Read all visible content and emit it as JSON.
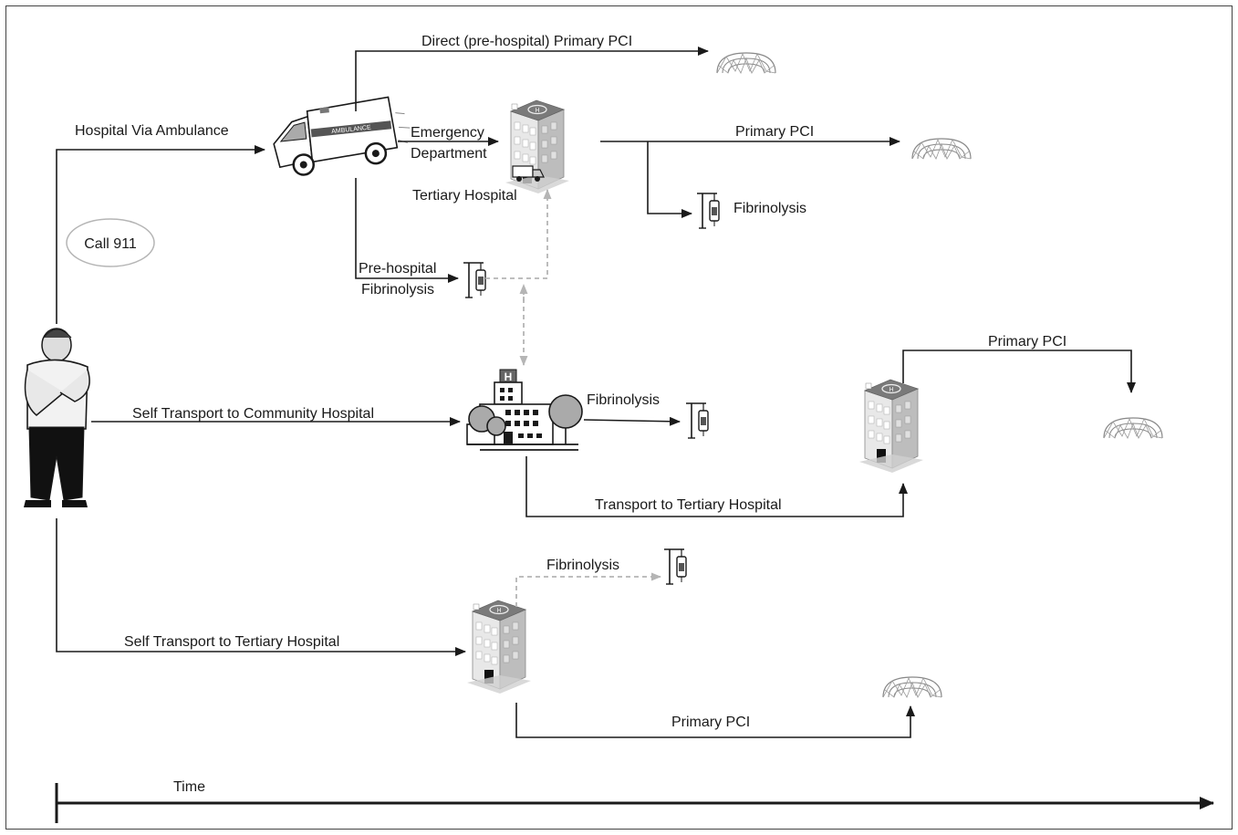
{
  "labels": {
    "direct_pci": "Direct (pre-hospital) Primary PCI",
    "hospital_via_ambulance": "Hospital Via Ambulance",
    "emergency": "Emergency",
    "department": "Department",
    "tertiary_hospital": "Tertiary Hospital",
    "primary_pci_top": "Primary PCI",
    "fibrinolysis_top": "Fibrinolysis",
    "call_911": "Call 911",
    "prehospital": "Pre-hospital",
    "prehospital_fibrinolysis": "Fibrinolysis",
    "primary_pci_mid": "Primary PCI",
    "fibrinolysis_mid": "Fibrinolysis",
    "self_transport_community": "Self Transport to Community Hospital",
    "transport_to_tertiary": "Transport to Tertiary Hospital",
    "fibrinolysis_bottom": "Fibrinolysis",
    "self_transport_tertiary": "Self Transport to Tertiary Hospital",
    "primary_pci_bottom": "Primary PCI",
    "time": "Time",
    "ambulance_text": "AMBULANCE",
    "hospital_h": "H"
  },
  "colors": {
    "line": "#1a1a1a",
    "dashed": "#b5b5b5",
    "building_light": "#e6e6e6",
    "building_mid": "#bdbdbd",
    "building_dark": "#7a7a7a"
  },
  "icons": [
    "patient-icon",
    "ambulance-icon",
    "hospital-icon",
    "community-hospital-icon",
    "iv-drip-icon",
    "stent-icon"
  ]
}
